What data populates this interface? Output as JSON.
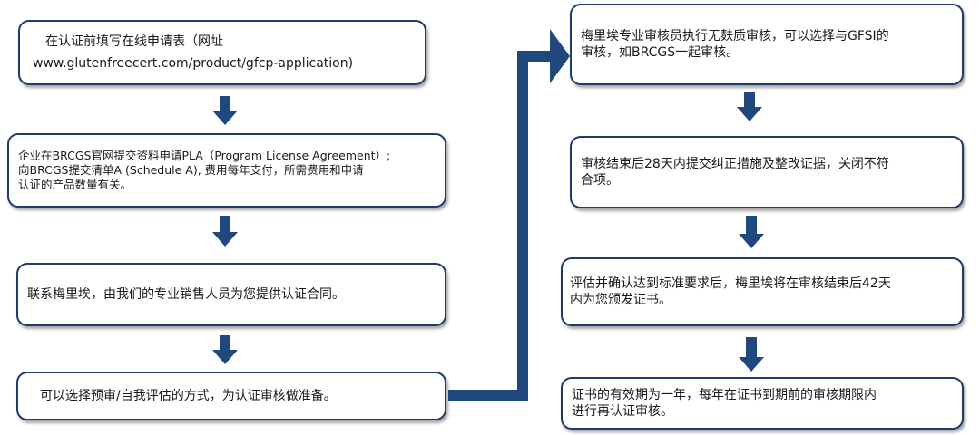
{
  "diagram": {
    "left_steps": [
      {
        "lines": [
          "在认证前填写在线申请表（网址",
          "www.glutenfreecert.com/product/gfcp-application)"
        ]
      },
      {
        "lines": [
          "企业在BRCGS官网提交资料申请PLA（Program License Agreement）;",
          "向BRCGS提交清单A (Schedule A), 费用每年支付，所需费用和申请",
          "认证的产品数量有关。"
        ]
      },
      {
        "lines": [
          "联系梅里埃，由我们的专业销售人员为您提供认证合同。"
        ]
      },
      {
        "lines": [
          "可以选择预审/自我评估的方式，为认证审核做准备。"
        ]
      }
    ],
    "right_steps": [
      {
        "lines": [
          "梅里埃专业审核员执行无麸质审核，可以选择与GFSI的",
          "审核，如BRCGS一起审核。"
        ]
      },
      {
        "lines": [
          "审核结束后28天内提交纠正措施及整改证据，关闭不符",
          "合项。"
        ]
      },
      {
        "lines": [
          "评估并确认达到标准要求后，梅里埃将在审核结束后42天",
          "内为您颁发证书。"
        ]
      },
      {
        "lines": [
          "证书的有效期为一年，每年在证书到期前的审核期限内",
          "进行再认证审核。"
        ]
      }
    ],
    "colors": {
      "box_border": "#1f3a6b",
      "arrow": "#1f497d"
    }
  }
}
